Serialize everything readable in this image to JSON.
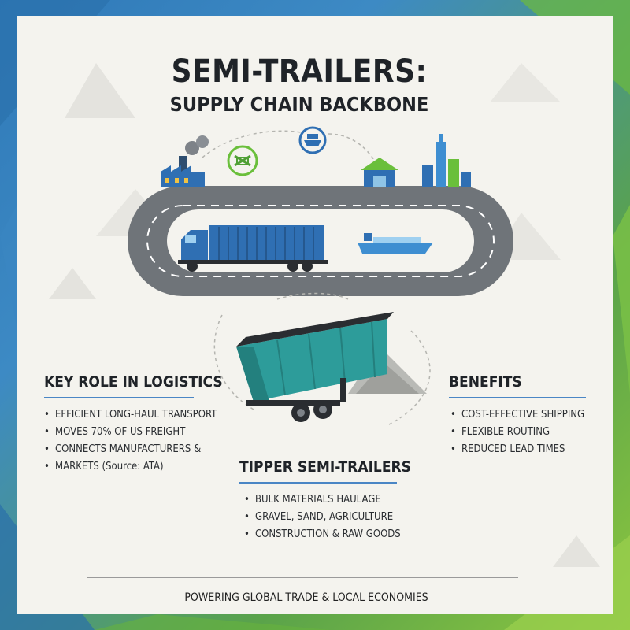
{
  "title": {
    "line1": "SEMI-TRAILERS:",
    "line2": "SUPPLY CHAIN BACKBONE"
  },
  "icons": [
    "factory-icon",
    "customs-icon",
    "ship-badge-icon",
    "warehouse-icon",
    "city-icon",
    "truck-icon",
    "cargo-ship-icon",
    "tipper-trailer-icon"
  ],
  "sections": {
    "key_role": {
      "heading": "KEY ROLE IN LOGISTICS",
      "items": [
        "EFFICIENT LONG-HAUL TRANSPORT",
        "MOVES 70% OF US FREIGHT",
        "CONNECTS MANUFACTURERS &",
        "MARKETS    (Source: ATA)"
      ]
    },
    "benefits": {
      "heading": "BENEFITS",
      "items": [
        "COST-EFFECTIVE SHIPPING",
        "FLEXIBLE ROUTING",
        "REDUCED LEAD TIMES"
      ]
    },
    "tipper": {
      "heading": "TIPPER SEMI-TRAILERS",
      "items": [
        "BULK MATERIALS HAULAGE",
        "GRAVEL, SAND, AGRICULTURE",
        "CONSTRUCTION & RAW GOODS"
      ]
    }
  },
  "footer": "POWERING GLOBAL TRADE & LOCAL ECONOMIES",
  "colors": {
    "accent_blue": "#2f6fb3",
    "teal": "#2d9c9a",
    "green": "#6abf3b",
    "road": "#6f7479"
  }
}
